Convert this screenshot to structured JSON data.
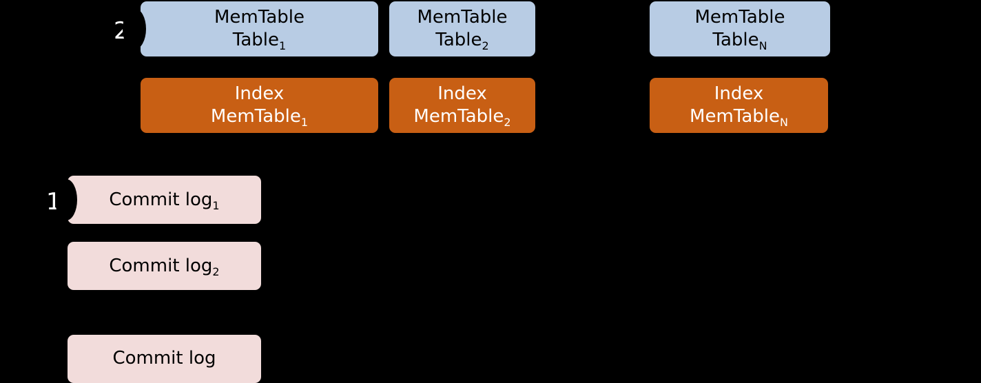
{
  "colors": {
    "background": "#000000",
    "memtable_fill": "#b8cce4",
    "index_fill": "#c85f14",
    "commitlog_fill": "#f2dcdb"
  },
  "markers": {
    "memtables": "2",
    "commit_logs": "1"
  },
  "memtables": [
    {
      "line1": "MemTable",
      "line2": "Table",
      "sub": "1"
    },
    {
      "line1": "MemTable",
      "line2": "Table",
      "sub": "2"
    },
    {
      "line1": "MemTable",
      "line2": "Table",
      "sub": "N"
    }
  ],
  "indexes": [
    {
      "line1": "Index",
      "line2": "MemTable",
      "sub": "1"
    },
    {
      "line1": "Index",
      "line2": "MemTable",
      "sub": "2"
    },
    {
      "line1": "Index",
      "line2": "MemTable",
      "sub": "N"
    }
  ],
  "commit_logs": [
    {
      "label": "Commit log",
      "sub": "1"
    },
    {
      "label": "Commit log",
      "sub": "2"
    },
    {
      "label": "Commit log",
      "sub": ""
    }
  ]
}
